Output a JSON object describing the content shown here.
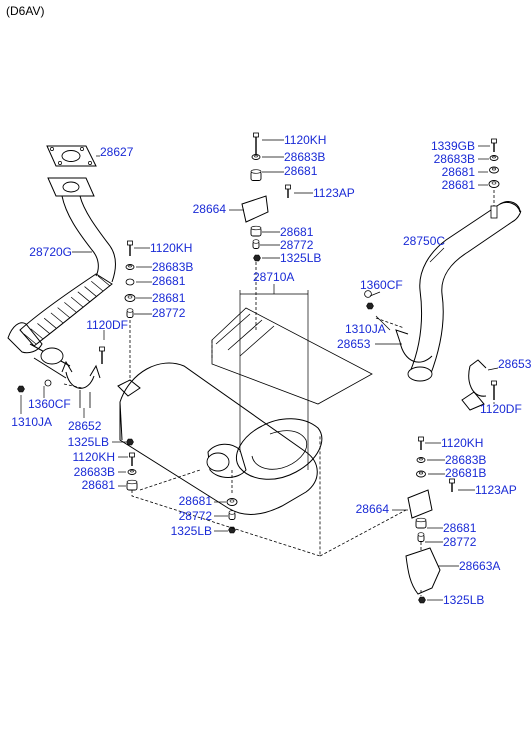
{
  "header": {
    "engine_code": "(D6AV)"
  },
  "diagram": {
    "title": "",
    "accent_color": "#1a2bd6",
    "line_color": "#000000",
    "part_labels": [
      {
        "id": "front-gasket",
        "text": "28627"
      },
      {
        "id": "front-pipe",
        "text": "28720G"
      },
      {
        "id": "left-bolt",
        "text": "1120KH"
      },
      {
        "id": "left-cushion-b",
        "text": "28683B"
      },
      {
        "id": "left-cushion-1",
        "text": "28681"
      },
      {
        "id": "left-cushion-2",
        "text": "28681"
      },
      {
        "id": "left-spacer",
        "text": "28772"
      },
      {
        "id": "front-bolt-df",
        "text": "1120DF"
      },
      {
        "id": "front-nut",
        "text": "1310JA"
      },
      {
        "id": "front-washer",
        "text": "1360CF"
      },
      {
        "id": "front-clamp",
        "text": "28652"
      },
      {
        "id": "left-nut-lb",
        "text": "1325LB"
      },
      {
        "id": "left-bolt-2",
        "text": "1120KH"
      },
      {
        "id": "left-cushion-b-2",
        "text": "28683B"
      },
      {
        "id": "left-cushion-3",
        "text": "28681"
      },
      {
        "id": "muffler",
        "text": "28710A"
      },
      {
        "id": "top-bolt",
        "text": "1120KH"
      },
      {
        "id": "top-cushion-b",
        "text": "28683B"
      },
      {
        "id": "top-cushion-1",
        "text": "28681"
      },
      {
        "id": "top-bracket-bolt",
        "text": "1123AP"
      },
      {
        "id": "top-bracket",
        "text": "28664"
      },
      {
        "id": "top-cushion-2",
        "text": "28681"
      },
      {
        "id": "top-spacer",
        "text": "28772"
      },
      {
        "id": "top-nut",
        "text": "1325LB"
      },
      {
        "id": "tail-bolt",
        "text": "1339GB"
      },
      {
        "id": "tail-cushion-b",
        "text": "28683B"
      },
      {
        "id": "tail-cushion-1",
        "text": "28681"
      },
      {
        "id": "tail-cushion-2",
        "text": "28681"
      },
      {
        "id": "tail-pipe",
        "text": "28750C"
      },
      {
        "id": "rear-washer",
        "text": "1360CF"
      },
      {
        "id": "rear-nut",
        "text": "1310JA"
      },
      {
        "id": "rear-clamp-l",
        "text": "28653"
      },
      {
        "id": "rear-clamp-r",
        "text": "28653"
      },
      {
        "id": "rear-bolt-df",
        "text": "1120DF"
      },
      {
        "id": "bot-cushion",
        "text": "28681"
      },
      {
        "id": "bot-spacer",
        "text": "28772"
      },
      {
        "id": "bot-nut",
        "text": "1325LB"
      },
      {
        "id": "rr-bolt",
        "text": "1120KH"
      },
      {
        "id": "rr-cushion-b",
        "text": "28683B"
      },
      {
        "id": "rr-cushion-b2",
        "text": "28681B"
      },
      {
        "id": "rr-bracket-bolt",
        "text": "1123AP"
      },
      {
        "id": "rr-bracket",
        "text": "28664"
      },
      {
        "id": "rr-cushion",
        "text": "28681"
      },
      {
        "id": "rr-spacer",
        "text": "28772"
      },
      {
        "id": "rr-hanger",
        "text": "28663A"
      },
      {
        "id": "rr-nut",
        "text": "1325LB"
      }
    ]
  }
}
